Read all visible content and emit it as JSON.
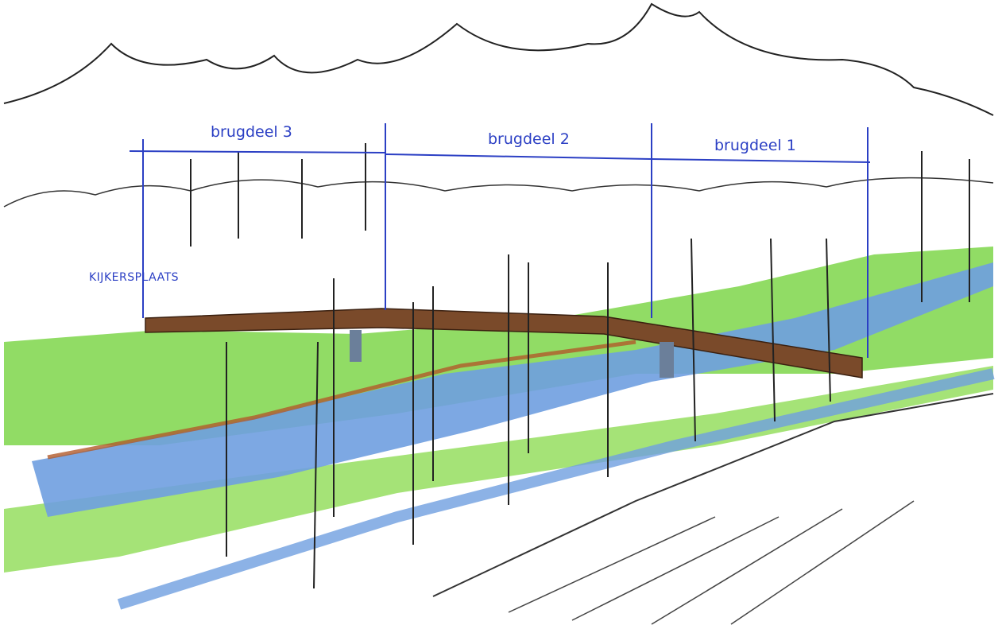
{
  "annotations": {
    "segment_3": "brugdeel 3",
    "segment_2": "brugdeel 2",
    "segment_1": "brugdeel 1",
    "viewpoint": "KIJKERSPLAATS"
  },
  "colors": {
    "annotation": "#2b3fc4",
    "water": "#6f9fe0",
    "grass": "#6fd03a",
    "bridge": "#7a4a2a",
    "ink": "#222222"
  }
}
